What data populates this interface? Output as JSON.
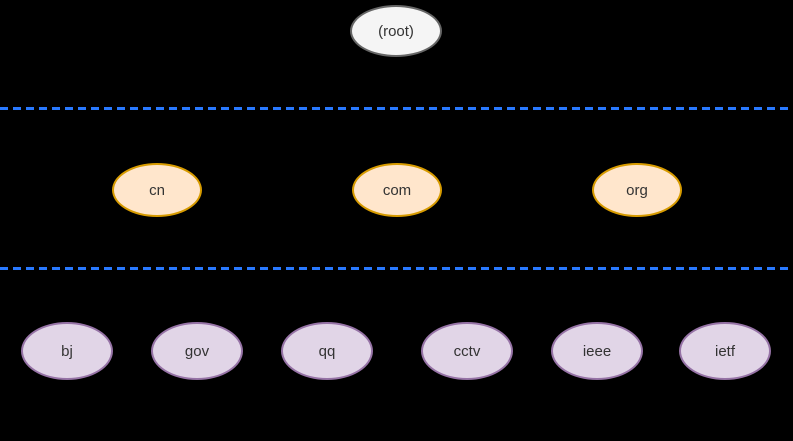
{
  "diagram": {
    "type": "dns-domain-hierarchy",
    "background_color": "#000000",
    "divider_color": "#2979FF",
    "dividers": [
      {
        "name": "divider-between-root-and-tld"
      },
      {
        "name": "divider-between-tld-and-second-level"
      }
    ],
    "nodes": {
      "root": {
        "label": "(root)",
        "fill": "#F5F5F5",
        "stroke": "#666666"
      },
      "tld": [
        {
          "label": "cn",
          "fill": "#FFE6CC",
          "stroke": "#D79B00"
        },
        {
          "label": "com",
          "fill": "#FFE6CC",
          "stroke": "#D79B00"
        },
        {
          "label": "org",
          "fill": "#FFE6CC",
          "stroke": "#D79B00"
        }
      ],
      "second_level": [
        {
          "label": "bj",
          "fill": "#E1D5E7",
          "stroke": "#9673A6"
        },
        {
          "label": "gov",
          "fill": "#E1D5E7",
          "stroke": "#9673A6"
        },
        {
          "label": "qq",
          "fill": "#E1D5E7",
          "stroke": "#9673A6"
        },
        {
          "label": "cctv",
          "fill": "#E1D5E7",
          "stroke": "#9673A6"
        },
        {
          "label": "ieee",
          "fill": "#E1D5E7",
          "stroke": "#9673A6"
        },
        {
          "label": "ietf",
          "fill": "#E1D5E7",
          "stroke": "#9673A6"
        }
      ]
    },
    "text_color": "#333333"
  }
}
